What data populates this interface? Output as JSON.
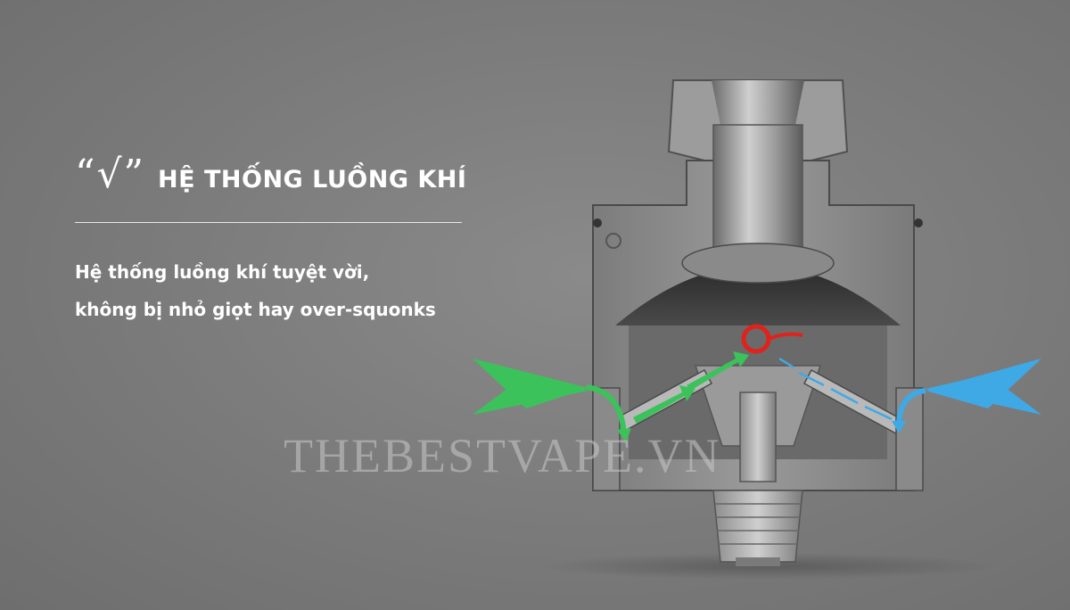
{
  "heading": {
    "check_mark": "“√”",
    "title": "HỆ THỐNG LUỒNG KHÍ"
  },
  "description": {
    "line1": "Hệ thống luồng khí tuyệt vời,",
    "line2": "không bị nhỏ giọt hay over-squonks"
  },
  "watermark": "THEBESTVAPE.VN",
  "colors": {
    "left_arrow": "#3cc25a",
    "right_arrow": "#3fa9e6",
    "coil_marker": "#e0221b",
    "metal_dark": "#5a5a5a",
    "metal_light": "#b8b8b8"
  }
}
